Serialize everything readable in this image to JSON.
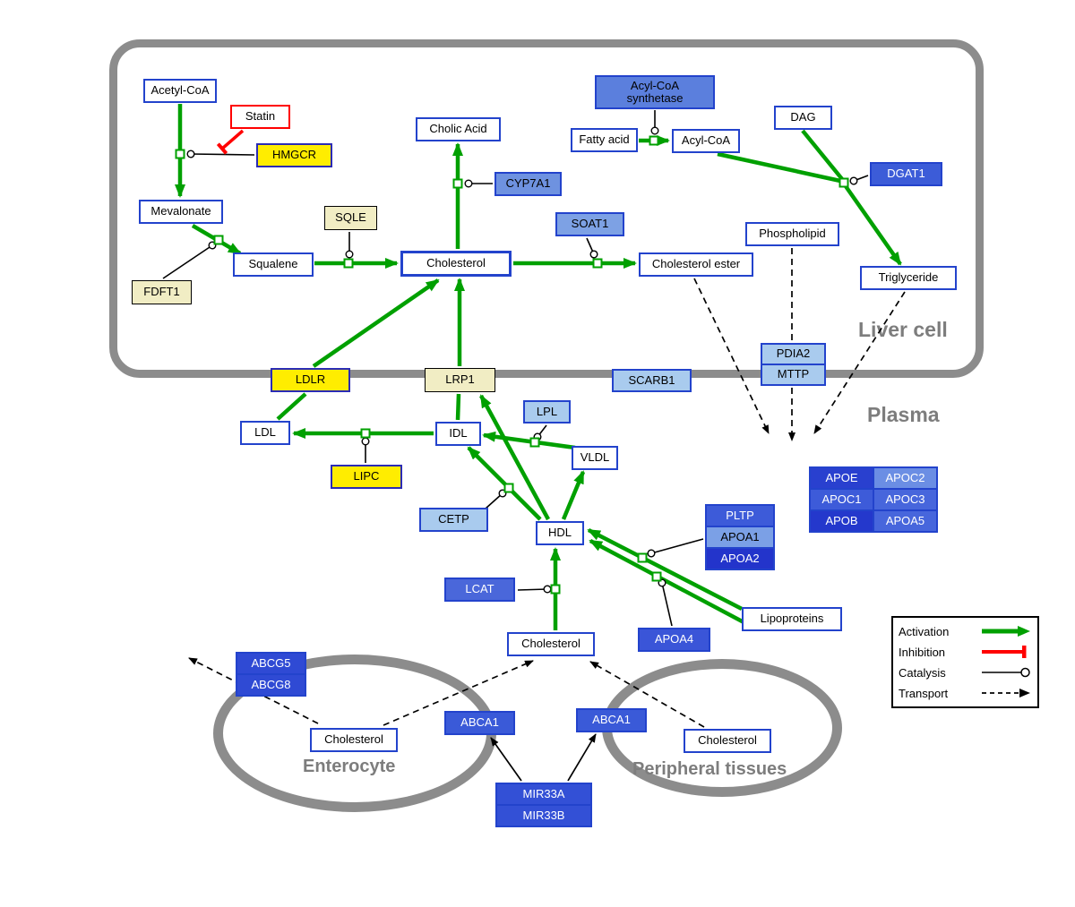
{
  "compartments": {
    "liver": "Liver cell",
    "plasma": "Plasma",
    "enterocyte": "Enterocyte",
    "peripheral": "Peripheral tissues"
  },
  "nodes": {
    "acetyl_coa": "Acetyl-CoA",
    "statin": "Statin",
    "hmgcr": "HMGCR",
    "mevalonate": "Mevalonate",
    "sqle": "SQLE",
    "fdft1": "FDFT1",
    "squalene": "Squalene",
    "cholic_acid": "Cholic Acid",
    "cyp7a1": "CYP7A1",
    "cholesterol_liver": "Cholesterol",
    "soat1": "SOAT1",
    "cholesterol_ester": "Cholesterol ester",
    "acyl_coa_synthetase": "Acyl-CoA synthetase",
    "fatty_acid": "Fatty acid",
    "acyl_coa": "Acyl-CoA",
    "dag": "DAG",
    "dgat1": "DGAT1",
    "phospholipid": "Phospholipid",
    "triglyceride": "Triglyceride",
    "pdia2": "PDIA2",
    "mttp": "MTTP",
    "ldlr": "LDLR",
    "lrp1": "LRP1",
    "scarb1": "SCARB1",
    "ldl": "LDL",
    "idl": "IDL",
    "lpl": "LPL",
    "vldl": "VLDL",
    "lipc": "LIPC",
    "cetp": "CETP",
    "hdl": "HDL",
    "pltp": "PLTP",
    "apoa1": "APOA1",
    "apoa2": "APOA2",
    "apoe": "APOE",
    "apoc2": "APOC2",
    "apoc1": "APOC1",
    "apoc3": "APOC3",
    "apob": "APOB",
    "apoa5": "APOA5",
    "lcat": "LCAT",
    "apoa4": "APOA4",
    "lipoproteins": "Lipoproteins",
    "cholesterol_plasma": "Cholesterol",
    "abcg5": "ABCG5",
    "abcg8": "ABCG8",
    "cholesterol_enterocyte": "Cholesterol",
    "abca1_left": "ABCA1",
    "abca1_right": "ABCA1",
    "cholesterol_peripheral": "Cholesterol",
    "mir33a": "MIR33A",
    "mir33b": "MIR33B"
  },
  "legend": {
    "activation": "Activation",
    "inhibition": "Inhibition",
    "catalysis": "Catalysis",
    "transport": "Transport"
  },
  "colors": {
    "activation_green": "#00A000",
    "inhibition_red": "#FF0000",
    "transport_black": "#000000",
    "membrane_gray": "#8C8C8C",
    "metabolite_border_blue": "#2343CC",
    "gene_yellow": "#FFED00",
    "gene_pale_yellow": "#F1EDC4",
    "gene_light_blue": "#A9CBEE",
    "gene_medium_blue": "#6E92E0",
    "gene_blue": "#4A67DA",
    "gene_dark_blue": "#2438CC"
  }
}
